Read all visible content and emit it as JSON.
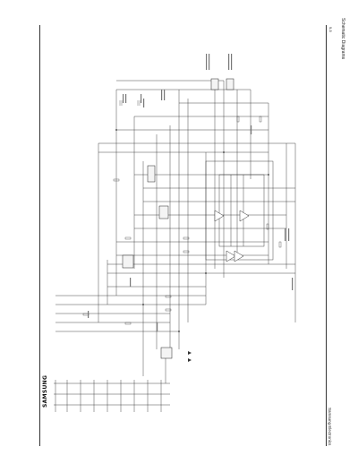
{
  "header": {
    "title": "Schematic Diagrams",
    "page_number": "9-5"
  },
  "footer": {
    "company": "Samsung Electronics"
  },
  "logo": {
    "text": "SAMSUNG"
  },
  "notes": []
}
